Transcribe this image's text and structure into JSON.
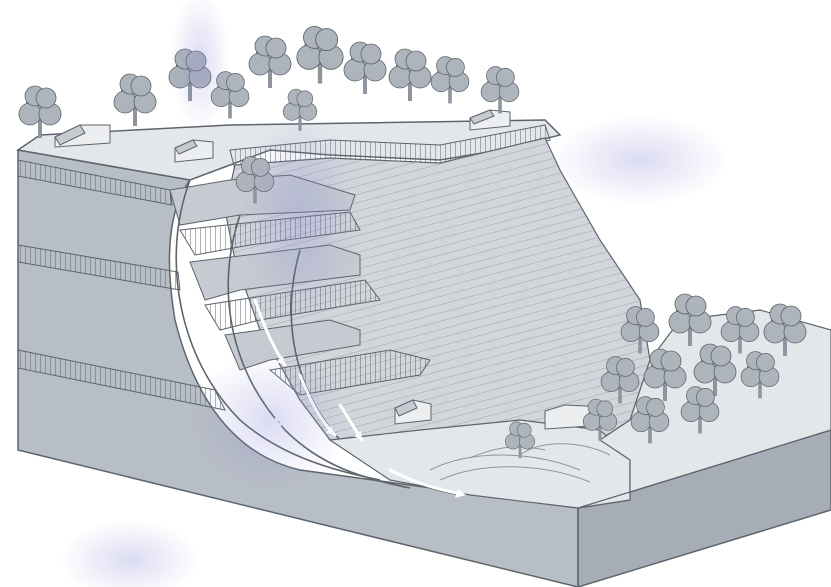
{
  "diagram": {
    "subject": "rotational-slump-landslide",
    "parts": [
      "ground-surface",
      "rock-strata",
      "main-scarp",
      "slump-blocks",
      "curved-slip-surface",
      "movement-arrows",
      "toe-debris",
      "trees",
      "houses"
    ]
  },
  "colors": {
    "background": "#ffffff",
    "watermark": "#8a8ad6",
    "block_front": "#b8bec6",
    "block_side": "#a6adb6",
    "block_top": "#e4e7ea",
    "stratum": "#7d848e",
    "slope_face": "#d2d6db",
    "hatch": "#8e959e",
    "tree": "#aeb4bb",
    "house": "#eceef0",
    "arrow": "#ffffff",
    "outline": "#5d646c"
  },
  "icons": {
    "tree": "deciduous-tree-icon",
    "house": "house-icon",
    "arrow": "movement-arrow-icon"
  }
}
